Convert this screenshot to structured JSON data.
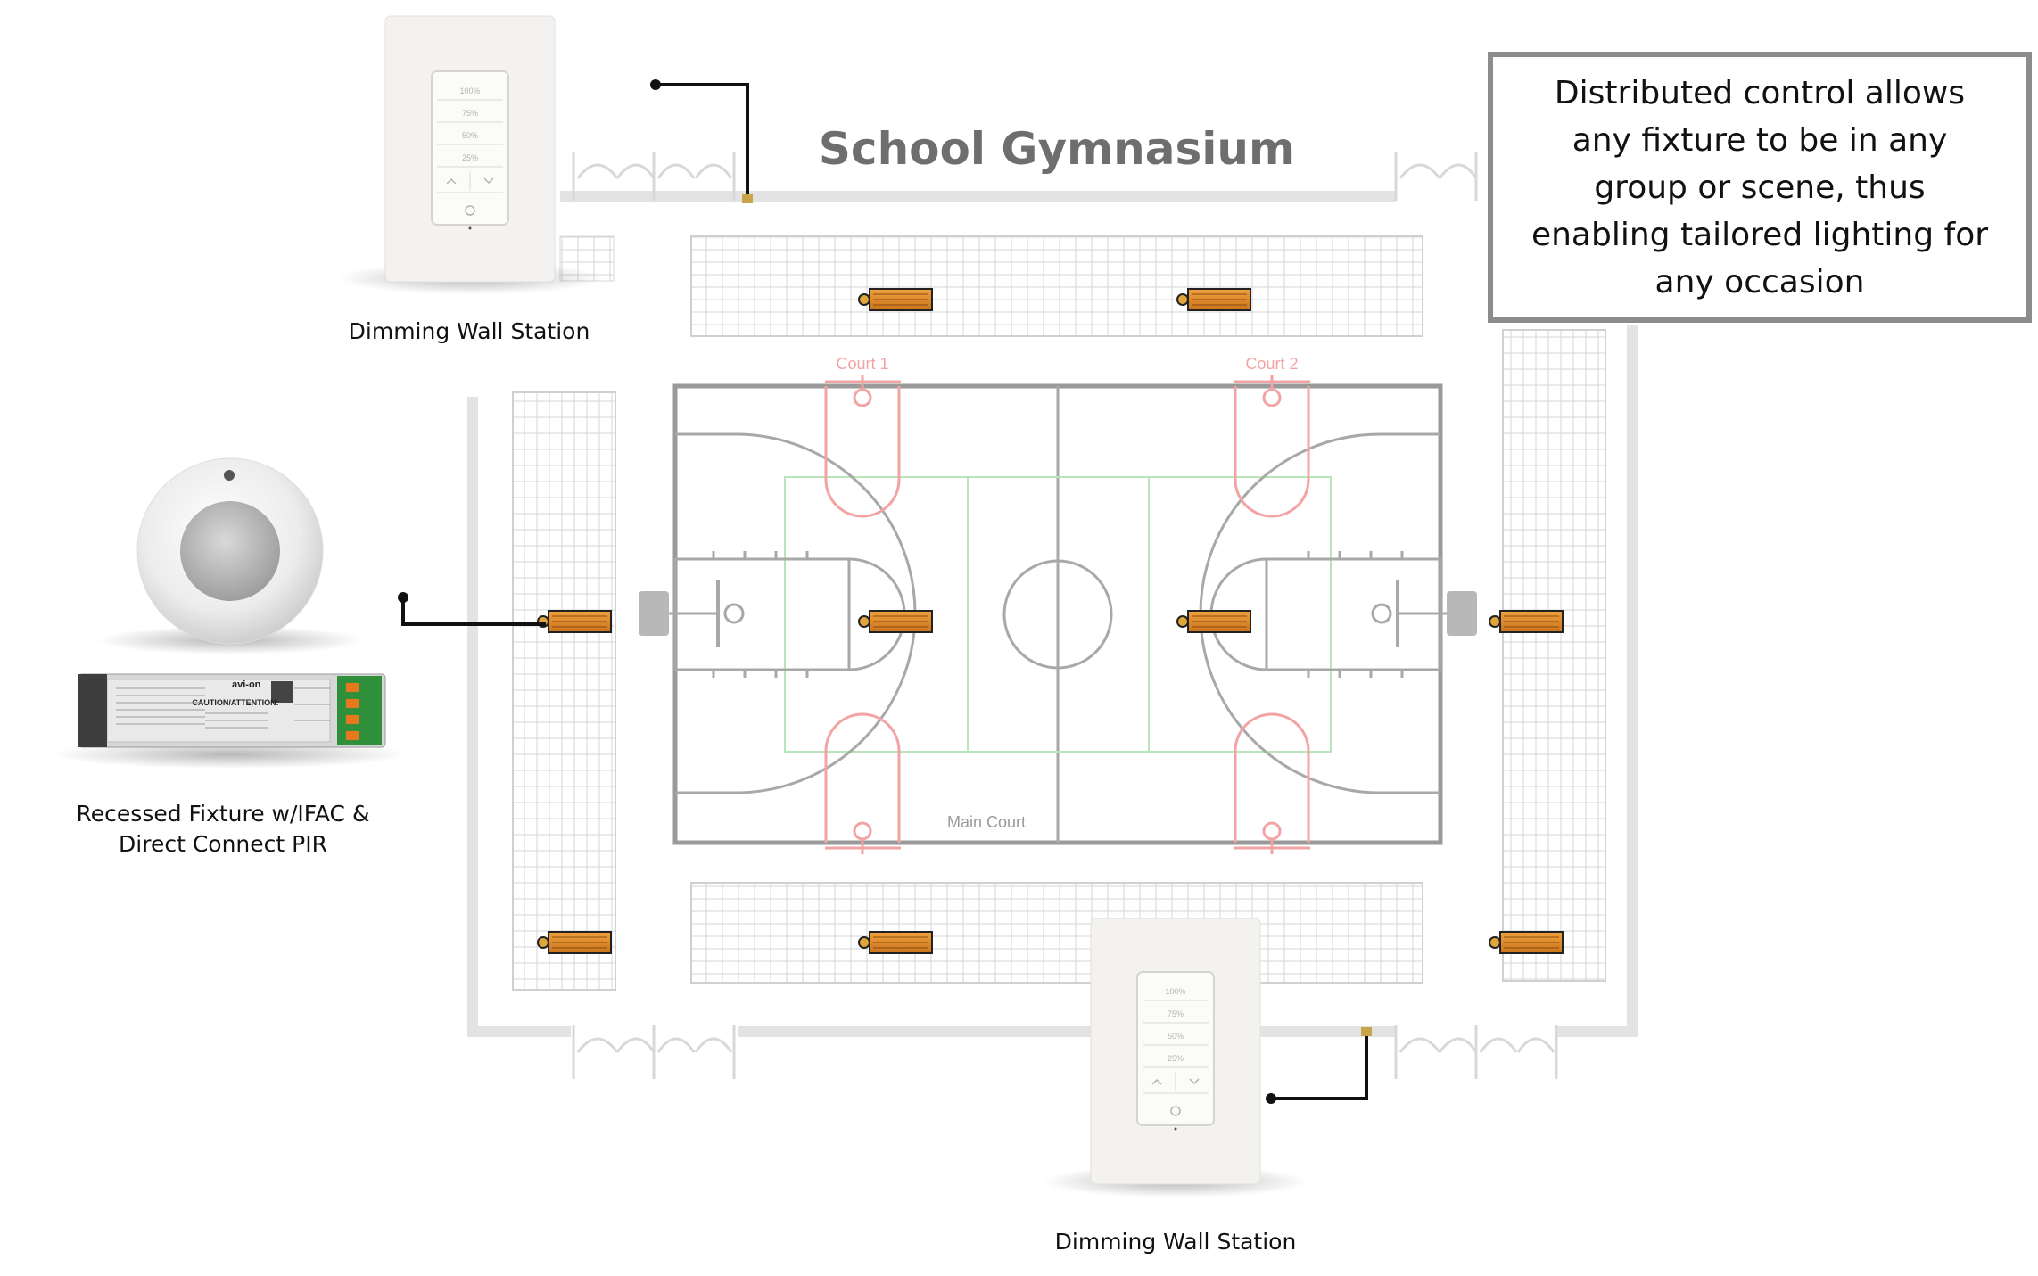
{
  "title": "School Gymnasium",
  "callout": "Distributed control allows any fixture to be in any group or scene, thus enabling tailored lighting for any occasion",
  "labels": {
    "wall_station_top": "Dimming Wall Station",
    "wall_station_bottom": "Dimming Wall Station",
    "fixture_line1": "Recessed Fixture w/IFAC &",
    "fixture_line2": "Direct Connect PIR"
  },
  "courts": {
    "court1": "Court 1",
    "court2": "Court 2",
    "main": "Main Court"
  },
  "wall_station_buttons": [
    "100%",
    "75%",
    "50%",
    "25%"
  ],
  "controller_brand": "avi-on",
  "controller_text": "CAUTION/ATTENTION:",
  "colors": {
    "fixture": "#e08a2a",
    "court_line": "#9a9a9a",
    "key_lines": "#f2a3a3",
    "inner_green": "#b9e6b9",
    "wall": "#e3e3e3",
    "connector": "#111111"
  },
  "icons": [
    "wall-station-icon",
    "pir-sensor-icon",
    "controller-module-icon",
    "light-fixture-icon",
    "basketball-hoop-icon"
  ]
}
